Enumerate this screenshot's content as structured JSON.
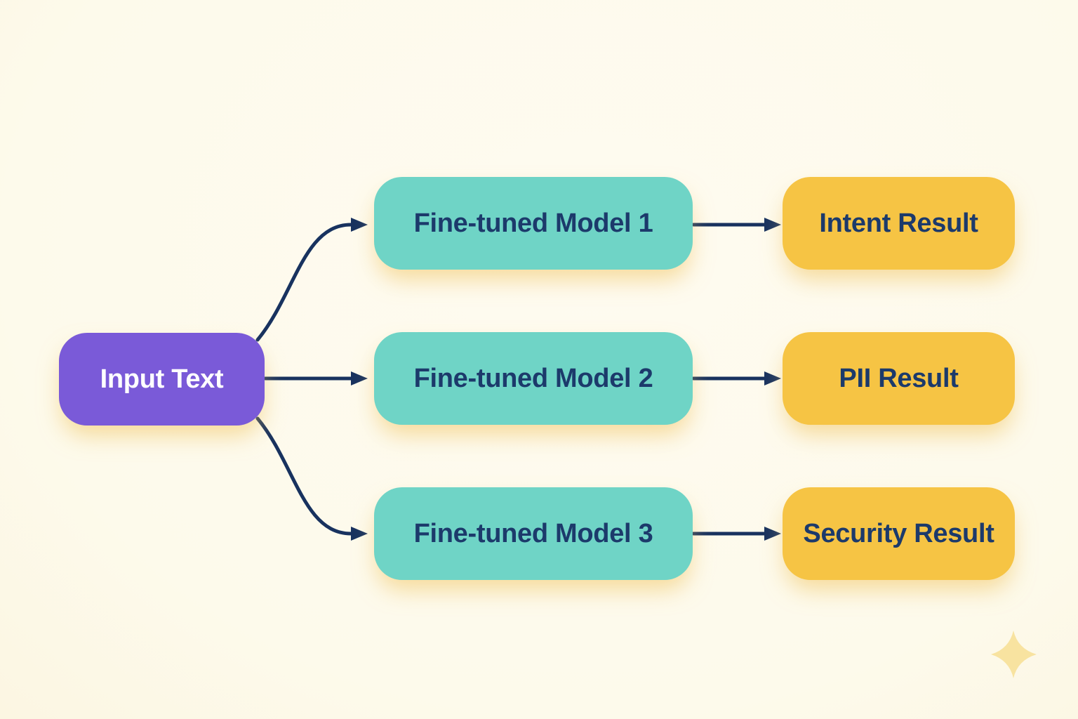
{
  "diagram": {
    "input": {
      "id": "input-text",
      "label": "Input Text",
      "color": "#7a5ad8",
      "text_color": "#ffffff"
    },
    "models": [
      {
        "id": "model-1",
        "label": "Fine-tuned Model 1",
        "color": "#6fd4c6"
      },
      {
        "id": "model-2",
        "label": "Fine-tuned Model 2",
        "color": "#6fd4c6"
      },
      {
        "id": "model-3",
        "label": "Fine-tuned Model 3",
        "color": "#6fd4c6"
      }
    ],
    "results": [
      {
        "id": "result-1",
        "label": "Intent Result",
        "color": "#f6c444"
      },
      {
        "id": "result-2",
        "label": "PII Result",
        "color": "#f6c444"
      },
      {
        "id": "result-3",
        "label": "Security Result",
        "color": "#f6c444"
      }
    ],
    "edges": [
      {
        "from": "input-text",
        "to": "model-1",
        "style": "curved-up-arrow"
      },
      {
        "from": "input-text",
        "to": "model-2",
        "style": "straight-arrow"
      },
      {
        "from": "input-text",
        "to": "model-3",
        "style": "curved-down-arrow"
      },
      {
        "from": "model-1",
        "to": "result-1",
        "style": "straight-arrow"
      },
      {
        "from": "model-2",
        "to": "result-2",
        "style": "straight-arrow"
      },
      {
        "from": "model-3",
        "to": "result-3",
        "style": "straight-arrow"
      }
    ]
  },
  "decor": {
    "sparkle_icon": "four-pointed-sparkle"
  },
  "colors": {
    "background": "#fdfaeb",
    "purple": "#7a5ad8",
    "teal": "#6fd4c6",
    "yellow": "#f6c444",
    "navy_text": "#1c3a6b",
    "navy_arrow": "#18325f",
    "sparkle": "#f8e3a0"
  }
}
